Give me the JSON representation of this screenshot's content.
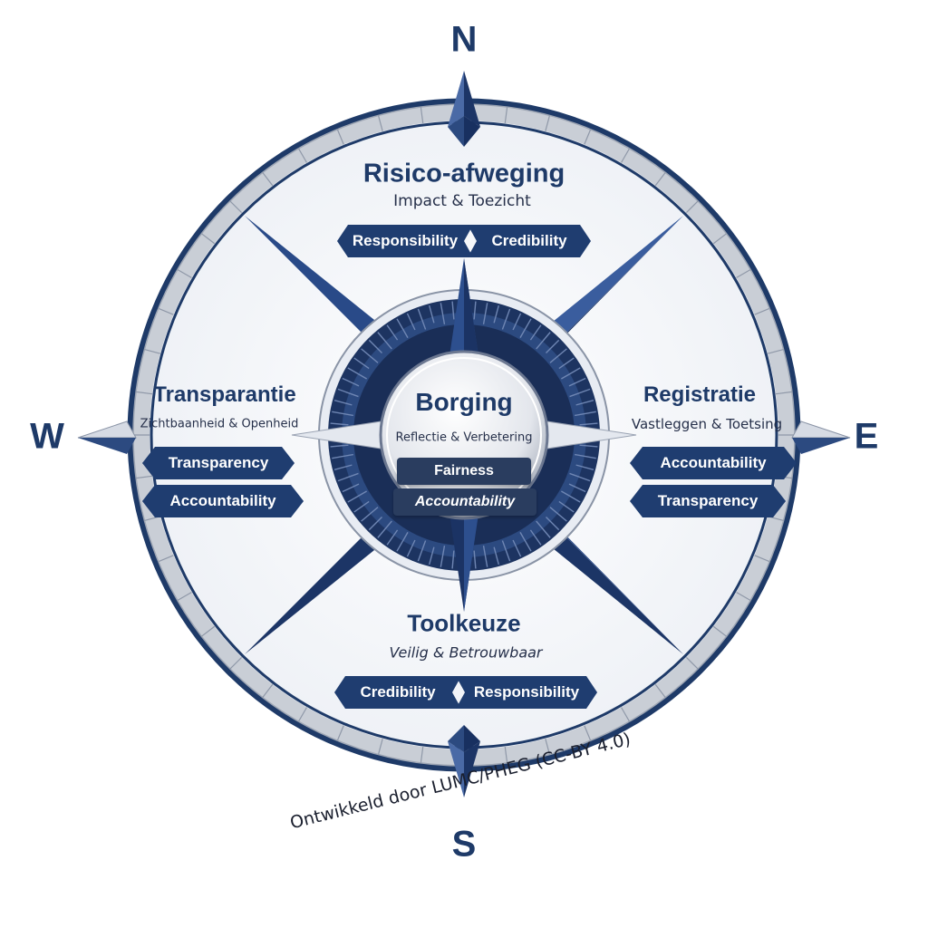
{
  "cardinals": {
    "north": "N",
    "south": "S",
    "west": "W",
    "east": "E"
  },
  "north": {
    "title": "Risico-afweging",
    "subtitle": "Impact & Toezicht",
    "tags": [
      "Responsibility",
      "Credibility"
    ]
  },
  "west": {
    "title": "Transparantie",
    "subtitle": "Zichtbaanheid & Openheid",
    "tags": [
      "Transparency",
      "Accountability"
    ]
  },
  "east": {
    "title": "Registratie",
    "subtitle": "Vastleggen & Toetsing",
    "tags": [
      "Accountability",
      "Transparency"
    ]
  },
  "south": {
    "title": "Toolkeuze",
    "subtitle": "Veilig & Betrouwbaar",
    "tags": [
      "Credibility",
      "Responsibility"
    ]
  },
  "center": {
    "title": "Borging",
    "subtitle": "Reflectie & Verbetering",
    "tags": [
      "Fairness",
      "Accountability"
    ]
  },
  "credit": "Ontwikkeld door LUMC/PHEG (CC-BY 4.0)",
  "colors": {
    "navy": "#1e3a68",
    "tag": "#1f3d70",
    "ring": "#c9ced6"
  }
}
